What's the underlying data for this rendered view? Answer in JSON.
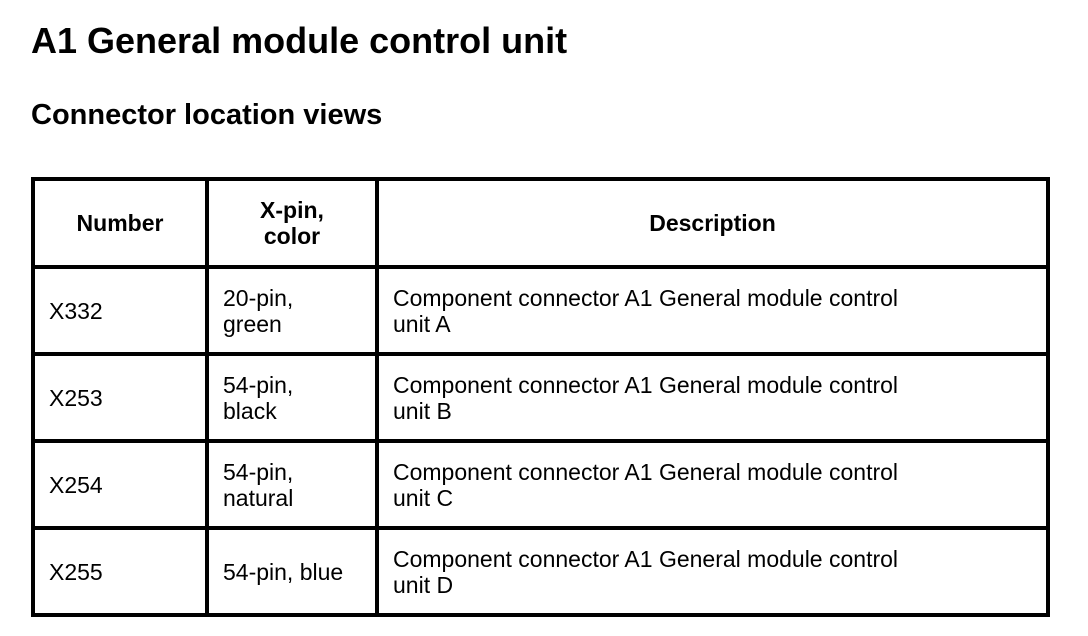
{
  "page": {
    "title": "A1 General module control unit",
    "subtitle": "Connector location views"
  },
  "table": {
    "columns": [
      {
        "label": "Number"
      },
      {
        "label": "X-pin,\ncolor"
      },
      {
        "label": "Description"
      }
    ],
    "rows": [
      {
        "number": "X332",
        "pin_color": "20-pin,\ngreen",
        "description": "Component connector A1 General module control\nunit A"
      },
      {
        "number": "X253",
        "pin_color": "54-pin,\nblack",
        "description": "Component connector A1 General module control\nunit B"
      },
      {
        "number": "X254",
        "pin_color": "54-pin,\nnatural",
        "description": "Component connector A1 General module control\nunit C"
      },
      {
        "number": "X255",
        "pin_color": "54-pin, blue",
        "description": "Component connector A1 General module control\nunit D"
      }
    ]
  },
  "colors": {
    "text": "#000000",
    "background": "#ffffff",
    "border": "#000000"
  }
}
